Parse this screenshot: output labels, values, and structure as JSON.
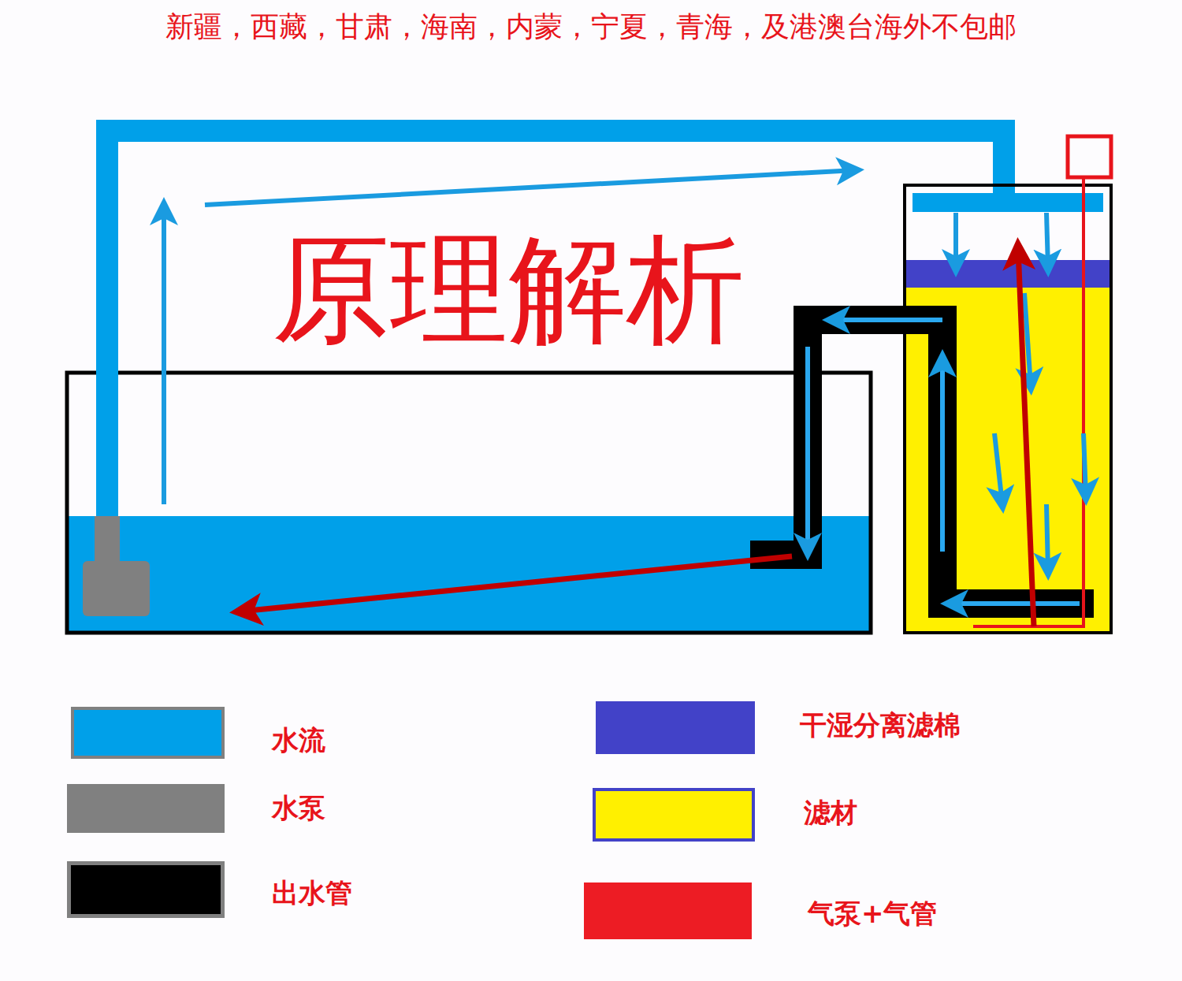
{
  "diagram": {
    "title": "原理解析",
    "labels": [
      "新疆，西藏，甘肃，海南，内蒙，宁夏，青海，及港澳台海外不包邮"
    ],
    "legend": [
      {
        "text": "水流",
        "color": "#00a0e9"
      },
      {
        "text": "水泵",
        "color": "#808080"
      },
      {
        "text": "出水管",
        "color": "#000000"
      },
      {
        "text": "干湿分离滤棉",
        "color": "#4242c8"
      },
      {
        "text": "滤材",
        "color": "#fff000"
      },
      {
        "text": "气泵+气管",
        "color": "#ed1c24"
      }
    ]
  }
}
